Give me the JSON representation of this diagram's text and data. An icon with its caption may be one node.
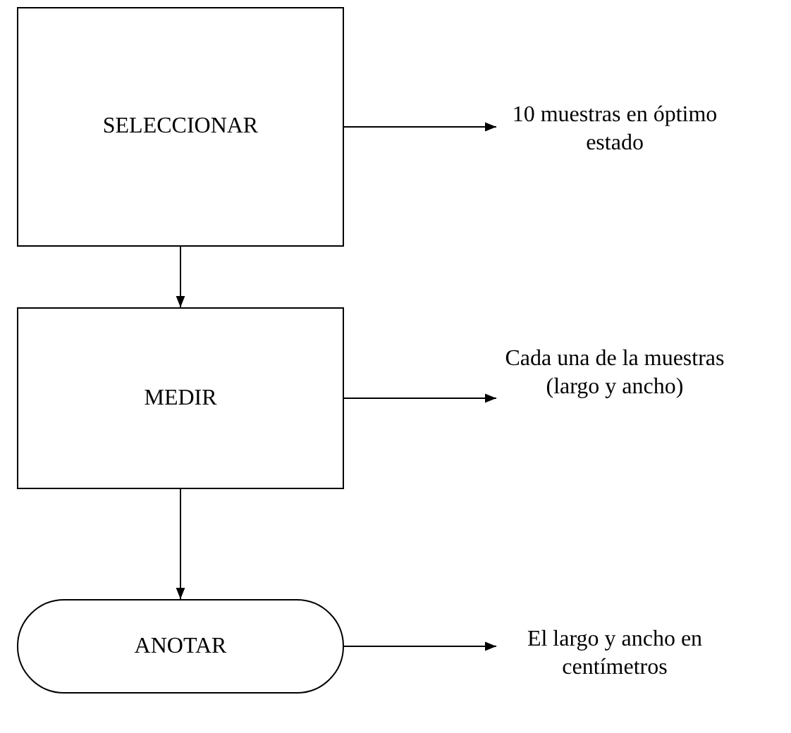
{
  "diagram": {
    "nodes": [
      {
        "text": [
          "SELECCIONAR"
        ]
      },
      {
        "text": [
          "MEDIR"
        ]
      },
      {
        "text": [
          "ANOTAR"
        ]
      },
      {
        "text": [
          "10 muestras en óptimo estado"
        ]
      },
      {
        "text": [
          "Cada una de la muestras (largo y ancho)"
        ]
      },
      {
        "text": [
          "El largo y ancho en centímetros"
        ]
      }
    ],
    "edges": [
      {
        "from": 0,
        "to": 1,
        "arrow": "to"
      },
      {
        "from": 1,
        "to": 2,
        "arrow": "to"
      },
      {
        "from": 0,
        "to": 3,
        "arrow": "to"
      },
      {
        "from": 1,
        "to": 4,
        "arrow": "to"
      },
      {
        "from": 2,
        "to": 5,
        "arrow": "to"
      }
    ]
  }
}
